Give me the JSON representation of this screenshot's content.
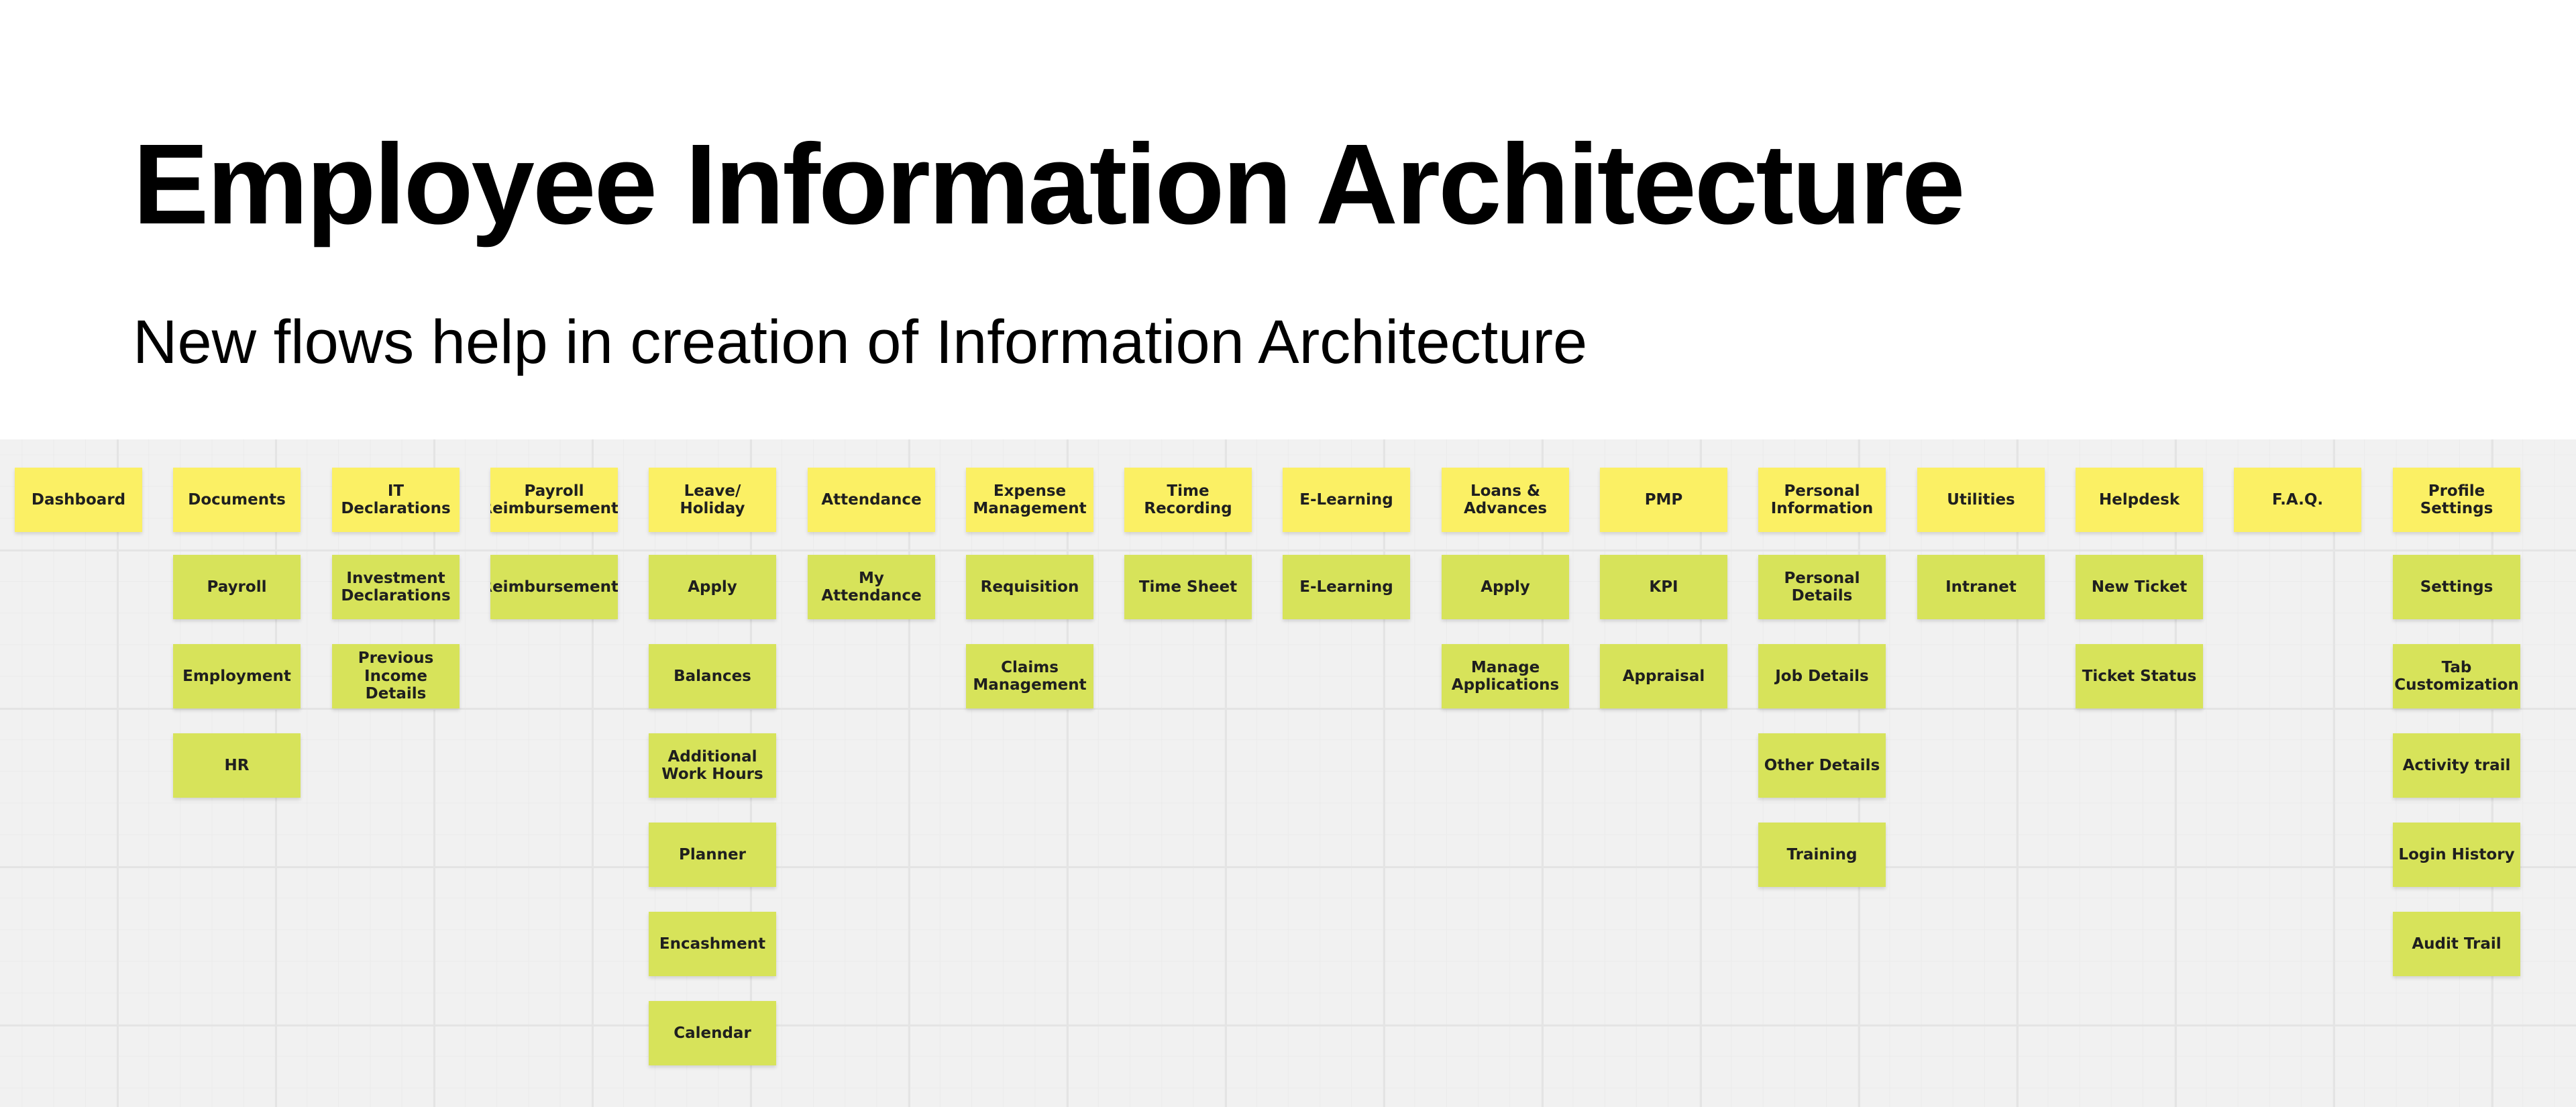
{
  "header": {
    "title": "Employee Information Architecture",
    "subtitle": "New flows help in creation of Information Architecture"
  },
  "colors": {
    "header_note": "#fbf064",
    "child_note": "#d7e35a",
    "board": "#f1f1f1"
  },
  "columns": [
    {
      "label": "Dashboard",
      "items": []
    },
    {
      "label": "Documents",
      "items": [
        "Payroll",
        "Employment",
        "HR"
      ]
    },
    {
      "label": "IT Declarations",
      "items": [
        "Investment Declarations",
        "Previous Income Details"
      ]
    },
    {
      "label": "Payroll Reimbursements",
      "items": [
        "Reimbursements"
      ]
    },
    {
      "label": "Leave/ Holiday",
      "items": [
        "Apply",
        "Balances",
        "Additional Work Hours",
        "Planner",
        "Encashment",
        "Calendar"
      ]
    },
    {
      "label": "Attendance",
      "items": [
        "My Attendance"
      ]
    },
    {
      "label": "Expense Management",
      "items": [
        "Requisition",
        "Claims Management"
      ]
    },
    {
      "label": "Time Recording",
      "items": [
        "Time Sheet"
      ]
    },
    {
      "label": "E-Learning",
      "items": [
        "E-Learning"
      ]
    },
    {
      "label": "Loans & Advances",
      "items": [
        "Apply",
        "Manage Applications"
      ]
    },
    {
      "label": "PMP",
      "items": [
        "KPI",
        "Appraisal"
      ]
    },
    {
      "label": "Personal Information",
      "items": [
        "Personal Details",
        "Job Details",
        "Other Details",
        "Training"
      ]
    },
    {
      "label": "Utilities",
      "items": [
        "Intranet"
      ]
    },
    {
      "label": "Helpdesk",
      "items": [
        "New Ticket",
        "Ticket Status"
      ]
    },
    {
      "label": "F.A.Q.",
      "items": []
    },
    {
      "label": "Profile Settings",
      "items": [
        "Settings",
        "Tab Customization",
        "Activity trail",
        "Login History",
        "Audit Trail"
      ]
    }
  ]
}
